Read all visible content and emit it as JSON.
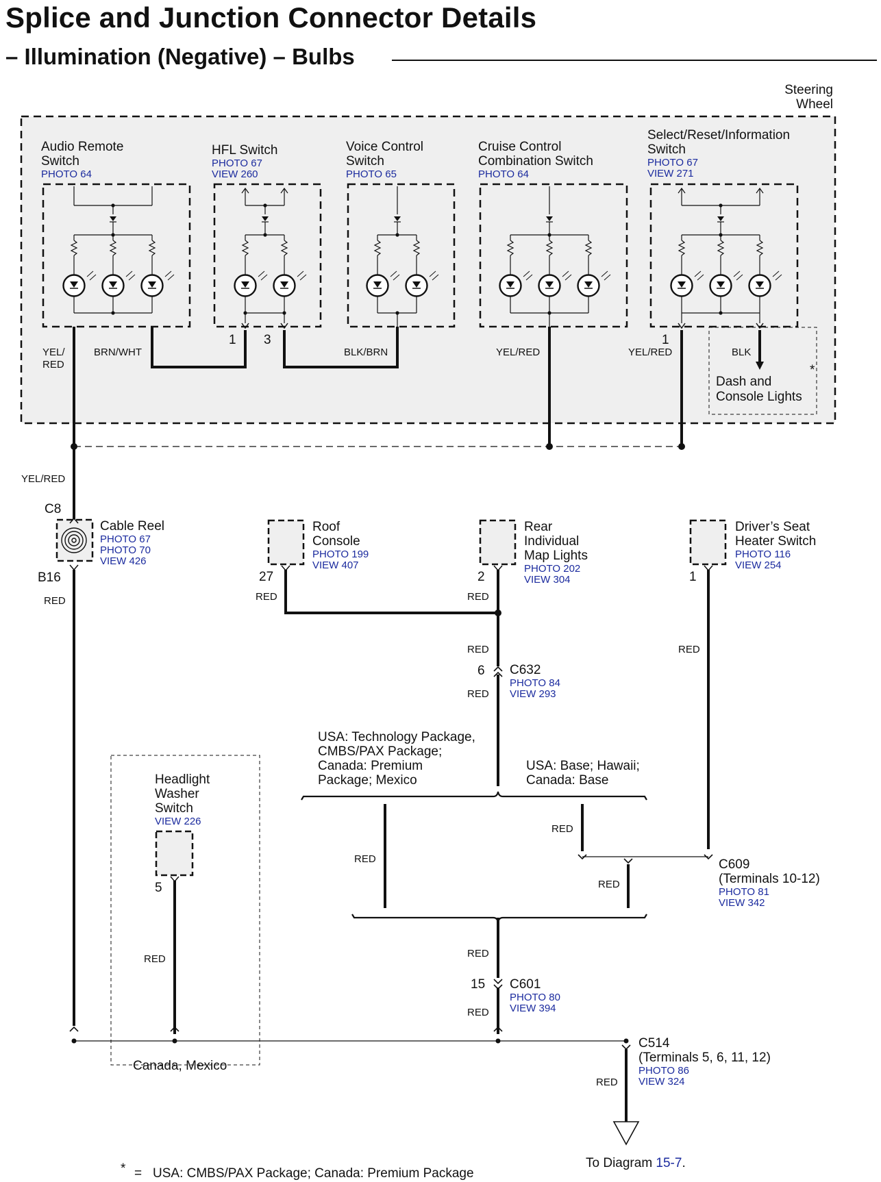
{
  "header": {
    "title": "Splice and Junction Connector Details",
    "subtitle": "– Illumination (Negative) – Bulbs"
  },
  "steering_wheel": {
    "label_line1": "Steering",
    "label_line2": "Wheel",
    "switches": [
      {
        "name_line1": "Audio Remote",
        "name_line2": "Switch",
        "ref1": "PHOTO 64",
        "ref2": ""
      },
      {
        "name_line1": "HFL Switch",
        "name_line2": "",
        "ref1": "PHOTO 67",
        "ref2": "VIEW 260"
      },
      {
        "name_line1": "Voice Control",
        "name_line2": "Switch",
        "ref1": "PHOTO 65",
        "ref2": ""
      },
      {
        "name_line1": "Cruise Control",
        "name_line2": "Combination Switch",
        "ref1": "PHOTO 64",
        "ref2": ""
      },
      {
        "name_line1": "Select/Reset/Information",
        "name_line2": "Switch",
        "ref1": "PHOTO 67",
        "ref2": "VIEW 271"
      }
    ],
    "hfl_pin_1": "1",
    "hfl_pin_3": "3",
    "sri_pin_1": "1",
    "dash_line1": "Dash and",
    "dash_line2": "Console Lights",
    "asterisk": "*"
  },
  "wires": {
    "yel_red_a": "YEL/",
    "yel_red_b": "RED",
    "brn_wht": "BRN/WHT",
    "blk_brn": "BLK/BRN",
    "yel_red_cruise": "YEL/RED",
    "yel_red_sri": "YEL/RED",
    "blk": "BLK",
    "yel_red_main": "YEL/RED",
    "red": "RED"
  },
  "components": {
    "cable_reel": {
      "connector_top": "C8",
      "name": "Cable Reel",
      "ref1": "PHOTO 67",
      "ref2": "PHOTO 70",
      "ref3": "VIEW 426",
      "connector_bottom": "B16"
    },
    "roof_console": {
      "name_line1": "Roof",
      "name_line2": "Console",
      "ref1": "PHOTO 199",
      "ref2": "VIEW 407",
      "pin": "27"
    },
    "rear_map": {
      "name_line1": "Rear",
      "name_line2": "Individual",
      "name_line3": "Map Lights",
      "ref1": "PHOTO 202",
      "ref2": "VIEW 304",
      "pin": "2"
    },
    "seat_heater": {
      "name_line1": "Driver’s Seat",
      "name_line2": "Heater Switch",
      "ref1": "PHOTO 116",
      "ref2": "VIEW 254",
      "pin": "1"
    },
    "headlight_washer": {
      "name_line1": "Headlight",
      "name_line2": "Washer",
      "name_line3": "Switch",
      "ref1": "VIEW 226",
      "pin": "5"
    }
  },
  "connectors": {
    "c632": {
      "id": "C632",
      "pin": "6",
      "ref1": "PHOTO 84",
      "ref2": "VIEW 293"
    },
    "c609": {
      "id": "C609",
      "terminals": "(Terminals 10-12)",
      "ref1": "PHOTO 81",
      "ref2": "VIEW 342"
    },
    "c601": {
      "id": "C601",
      "pin": "15",
      "ref1": "PHOTO 80",
      "ref2": "VIEW 394"
    },
    "c514": {
      "id": "C514",
      "terminals": "(Terminals 5, 6, 11, 12)",
      "ref1": "PHOTO 86",
      "ref2": "VIEW 324"
    }
  },
  "options": {
    "tech_line1": "USA: Technology Package,",
    "tech_line2": "CMBS/PAX Package;",
    "tech_line3": "Canada: Premium",
    "tech_line4": "Package; Mexico",
    "base_line1": "USA: Base; Hawaii;",
    "base_line2": "Canada: Base",
    "canada_mexico": "Canada, Mexico"
  },
  "footer": {
    "to_diagram_prefix": "To Diagram ",
    "to_diagram_ref": "15-7",
    "to_diagram_suffix": ".",
    "note_star": "*",
    "note_eq": "=",
    "note_text": "USA: CMBS/PAX Package; Canada: Premium Package"
  },
  "colors": {
    "link_blue": "#1a2a9e",
    "panel_fill": "#efefef",
    "line": "#111111"
  }
}
